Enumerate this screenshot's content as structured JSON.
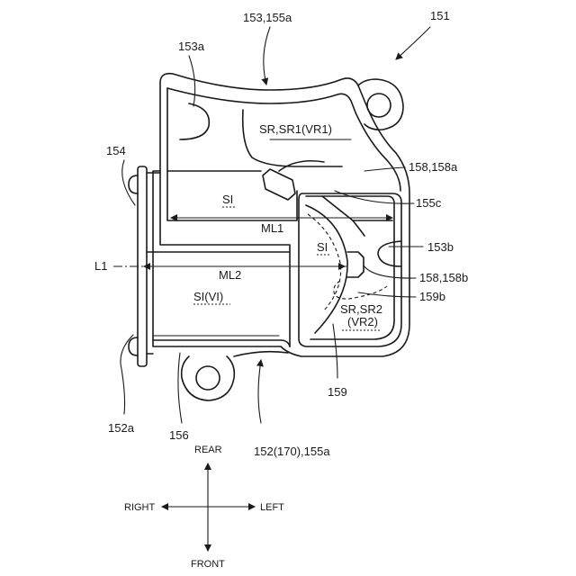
{
  "labels": {
    "ref_151": "151",
    "ref_153_155a": "153,155a",
    "ref_153a": "153a",
    "ref_154": "154",
    "ref_sr_sr1": "SR,SR1(VR1)",
    "ref_158_158a": "158,158a",
    "ref_si_top": "SI",
    "ref_155c": "155c",
    "ref_ml1": "ML1",
    "ref_si_mid": "SI",
    "ref_153b": "153b",
    "ref_l1": "L1",
    "ref_ml2": "ML2",
    "ref_158_158b": "158,158b",
    "ref_si_vi": "SI(VI)",
    "ref_159b": "159b",
    "ref_sr_sr2": "SR,SR2",
    "ref_vr2": "(VR2)",
    "ref_159": "159",
    "ref_152a": "152a",
    "ref_156": "156",
    "ref_152": "152(170),155a"
  },
  "compass": {
    "rear": "REAR",
    "front": "FRONT",
    "right": "RIGHT",
    "left": "LEFT"
  }
}
